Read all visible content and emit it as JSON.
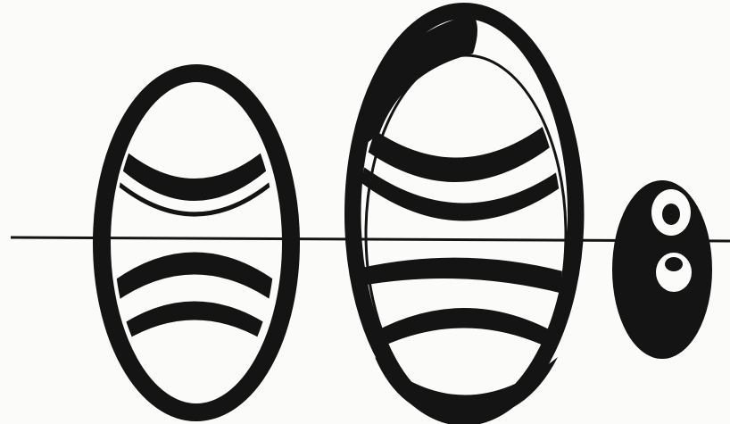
{
  "figure": {
    "ink_color": "#141414",
    "paper_color": "#fbfbfa",
    "shapes": [
      {
        "name": "left-oval-motif"
      },
      {
        "name": "center-oval-motif"
      },
      {
        "name": "right-small-oval-motif"
      }
    ]
  }
}
